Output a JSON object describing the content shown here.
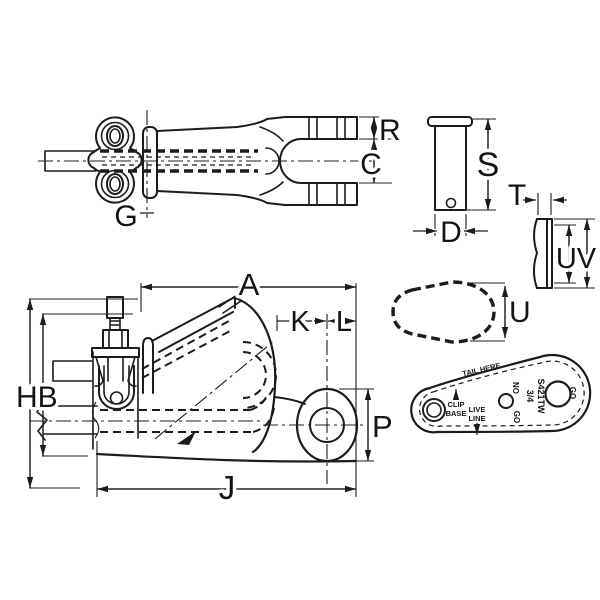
{
  "drawing_type": "wedge socket rigging hardware dimensional drawing",
  "dimension_labels": {
    "r": "R",
    "c": "C",
    "g": "G",
    "s": "S",
    "d": "D",
    "t": "T",
    "uv": "UV",
    "u": "U",
    "a": "A",
    "k": "K",
    "l": "L",
    "hb": "HB",
    "p": "P",
    "j": "J"
  },
  "wedge_markings": {
    "clip_base_line1": "CLIP",
    "clip_base_line2": "BASE",
    "live_line_line1": "LIVE",
    "live_line_line2": "LINE",
    "tail_note": "TAIL HERE",
    "gauge_no": "NO",
    "gauge_go": "GO",
    "size": "3/4",
    "part_number": "S421TW",
    "go_mark": "GO"
  },
  "colors": {
    "line": "#1c1c1c",
    "background": "#ffffff"
  }
}
